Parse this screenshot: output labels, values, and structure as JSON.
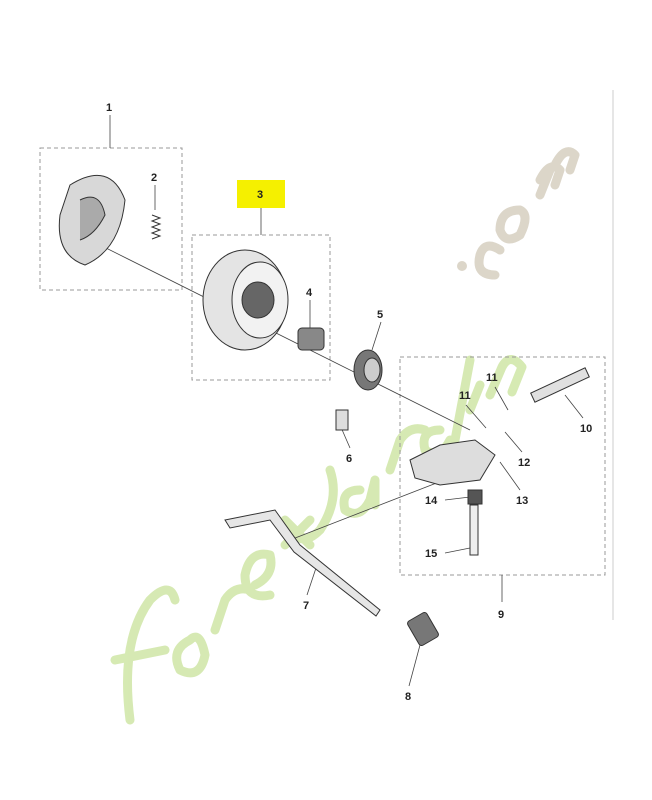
{
  "diagram": {
    "highlight_color": "#f5f000",
    "watermark": "forêtjardin.com",
    "watermark_colors": {
      "green": "#cfe6a6",
      "brown": "#d6cfc0"
    },
    "callouts": [
      {
        "id": "1",
        "label": "1"
      },
      {
        "id": "2",
        "label": "2"
      },
      {
        "id": "3",
        "label": "3",
        "highlighted": true
      },
      {
        "id": "4",
        "label": "4"
      },
      {
        "id": "5",
        "label": "5"
      },
      {
        "id": "6",
        "label": "6"
      },
      {
        "id": "7",
        "label": "7"
      },
      {
        "id": "8",
        "label": "8"
      },
      {
        "id": "9",
        "label": "9"
      },
      {
        "id": "10",
        "label": "10"
      },
      {
        "id": "11a",
        "label": "11"
      },
      {
        "id": "11b",
        "label": "11"
      },
      {
        "id": "12",
        "label": "12"
      },
      {
        "id": "13",
        "label": "13"
      },
      {
        "id": "14",
        "label": "14"
      },
      {
        "id": "15",
        "label": "15"
      }
    ]
  }
}
